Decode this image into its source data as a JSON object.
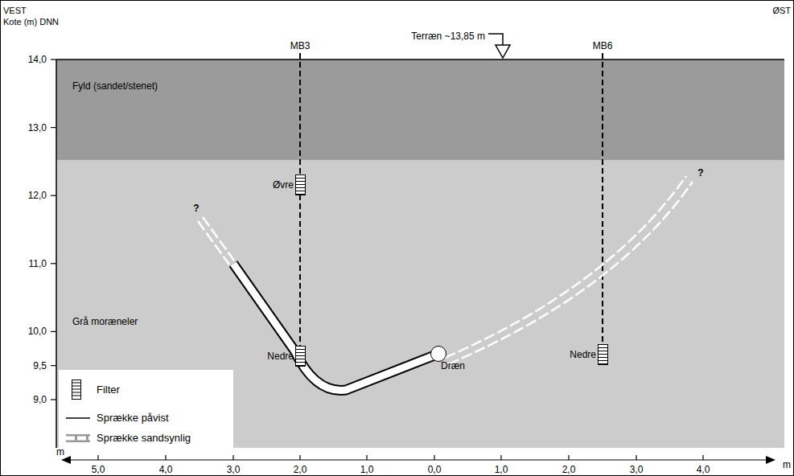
{
  "diagram": {
    "nodes": [
      {
        "text": [
          "Fyld (sandet/stenet)"
        ]
      },
      {
        "text": [
          "Grå moræneler"
        ]
      },
      {
        "text": [
          "Øvre"
        ],
        "in": 1
      },
      {
        "text": [
          "Nedre"
        ],
        "in": 1
      },
      {
        "text": [
          "Dræn"
        ],
        "in": 1
      },
      {
        "text": [
          "Nedre"
        ],
        "in": 1
      }
    ],
    "labels": [
      "VEST",
      "Kote (m) DNN",
      "MB3",
      "Terræn ~13,85 m",
      "MB6",
      "ØST",
      "14,0",
      "13,0",
      "12,0",
      "11,0",
      "10,0",
      "9,5",
      "9,0",
      "?",
      "?",
      "m",
      "5,0",
      "4,0",
      "3,0",
      "2,0",
      "1,0",
      "0,0",
      "1,0",
      "2,0",
      "3,0",
      "4,0",
      "m"
    ],
    "legend": [
      {
        "text": "Filter"
      },
      {
        "text": "Sprække påvist"
      },
      {
        "text": "Sprække sandsynlig"
      }
    ]
  }
}
